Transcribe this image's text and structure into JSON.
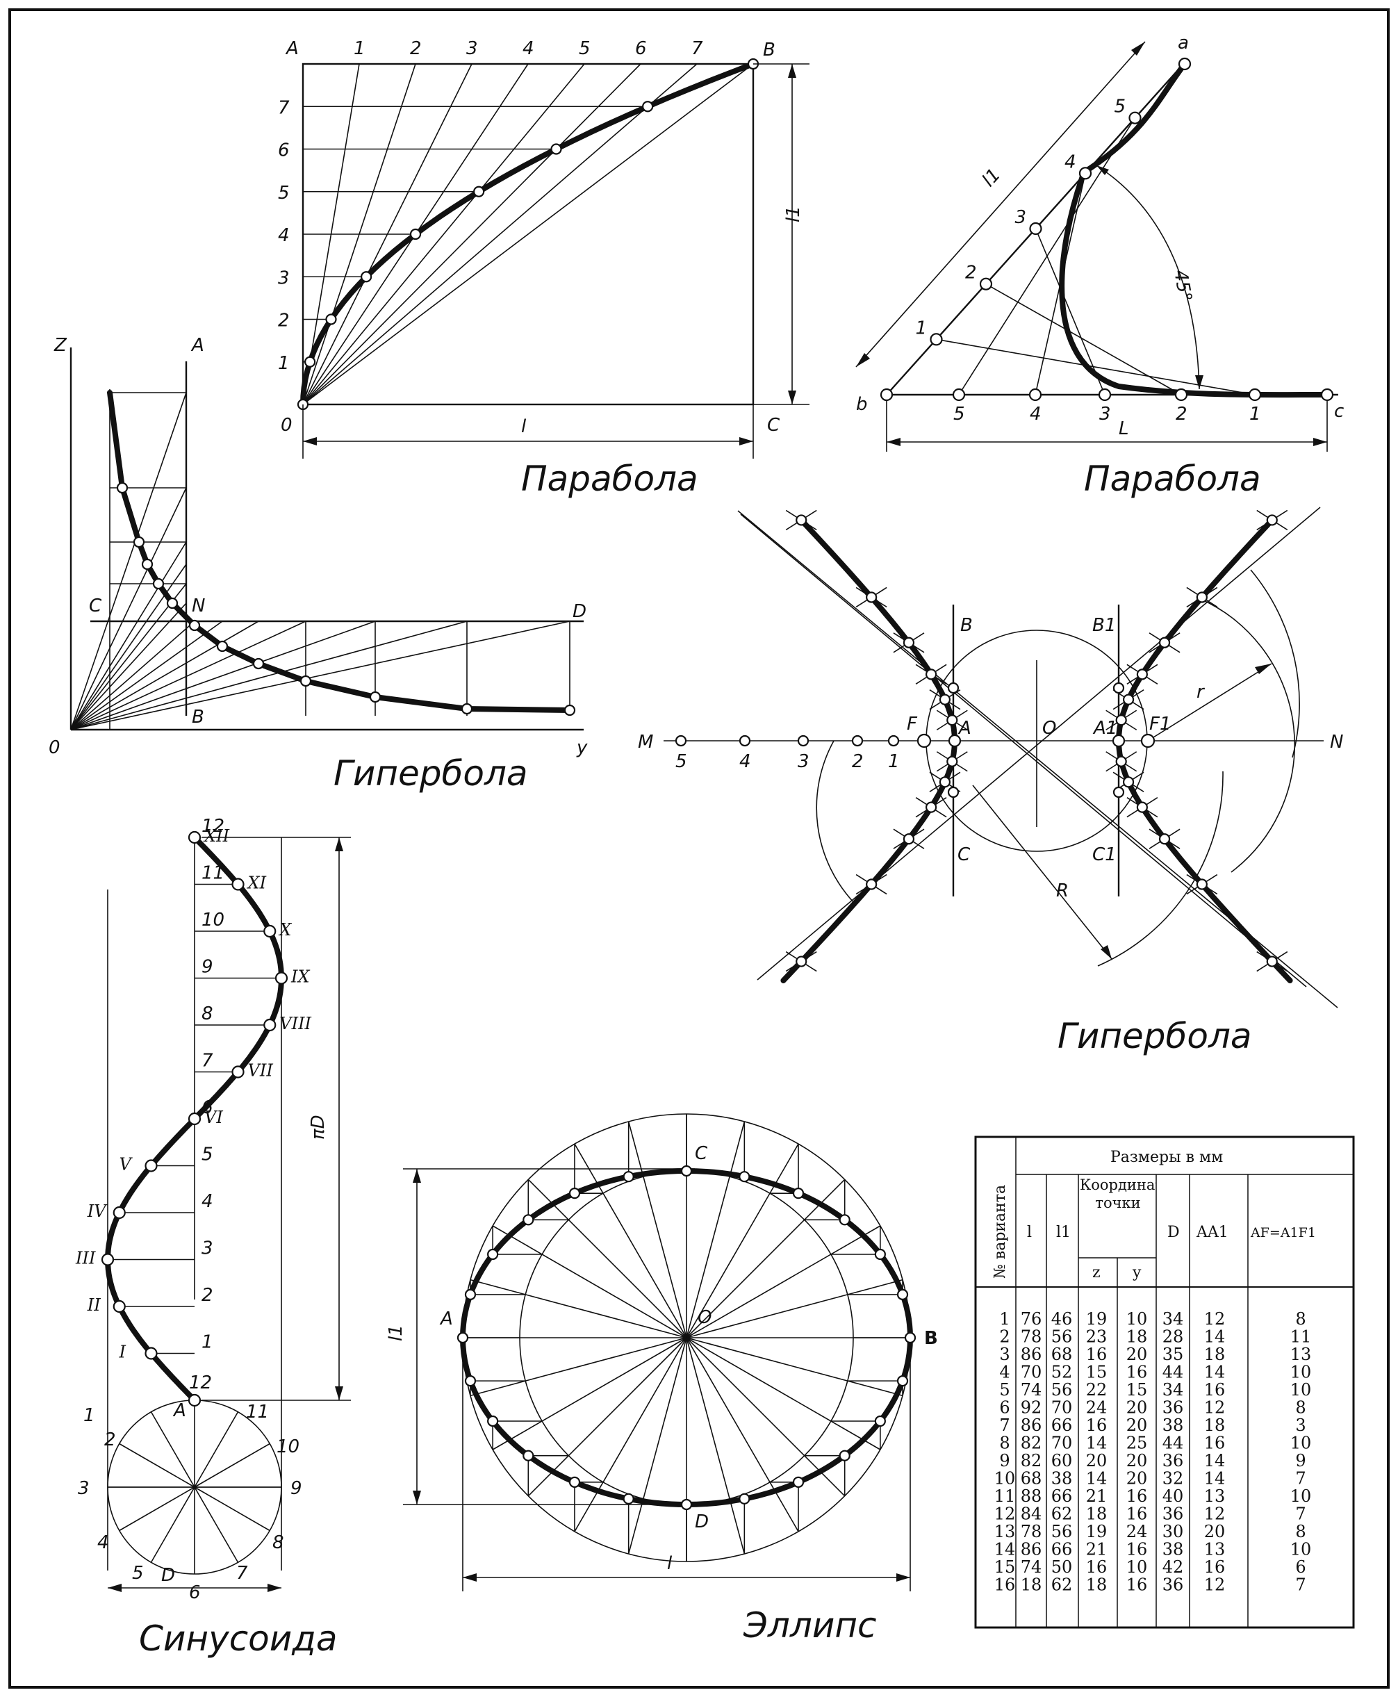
{
  "drawings": {
    "parabola_rect": {
      "caption": "Парабола",
      "corner_labels": [
        "A",
        "B",
        "C",
        "0"
      ],
      "top_labels": [
        "1",
        "2",
        "3",
        "4",
        "5",
        "6",
        "7"
      ],
      "side_labels": [
        "7",
        "6",
        "5",
        "4",
        "3",
        "2",
        "1"
      ],
      "dim_width": "l",
      "dim_height": "l1"
    },
    "parabola_tangent": {
      "caption": "Парабола",
      "end_labels": [
        "a",
        "b",
        "c"
      ],
      "upper_labels": [
        "1",
        "2",
        "3",
        "4",
        "5"
      ],
      "lower_labels": [
        "5",
        "4",
        "3",
        "2",
        "1"
      ],
      "dim_side": "l1",
      "dim_base": "L",
      "angle": "45°"
    },
    "hyperbola_axes": {
      "caption": "Гипербола",
      "labels": [
        "Z",
        "A",
        "C",
        "N",
        "D",
        "B",
        "0",
        "y"
      ]
    },
    "hyperbola_foci": {
      "caption": "Гипербола",
      "axis_labels": [
        "M",
        "N"
      ],
      "axis_points": [
        "5",
        "4",
        "3",
        "2",
        "1"
      ],
      "point_labels": [
        "F",
        "A",
        "O",
        "A1",
        "F1",
        "B",
        "B1",
        "C",
        "C1"
      ],
      "radius_small": "r",
      "radius_large": "R"
    },
    "sinusoid": {
      "caption": "Синусоида",
      "roman": [
        "I",
        "II",
        "III",
        "IV",
        "V",
        "VI",
        "VII",
        "VIII",
        "IX",
        "X",
        "XI",
        "XII"
      ],
      "levels": [
        "1",
        "2",
        "3",
        "4",
        "5",
        "6",
        "7",
        "8",
        "9",
        "10",
        "11",
        "12"
      ],
      "circle_labels": [
        "1",
        "2",
        "3",
        "4",
        "5",
        "6",
        "7",
        "8",
        "9",
        "10",
        "11",
        "12"
      ],
      "point_A": "A",
      "dim_height": "πD",
      "dim_width": "D"
    },
    "ellipse": {
      "caption": "Эллипс",
      "labels": [
        "A",
        "B",
        "C",
        "D",
        "O"
      ],
      "dim_width": "l",
      "dim_height": "l1"
    }
  },
  "table": {
    "header_group": "Размеры в мм",
    "columns": [
      "№ варианта",
      "l",
      "l1",
      "Координаты точки",
      "z",
      "y",
      "D",
      "AA1",
      "AF=A1F1"
    ],
    "rows": [
      [
        "1",
        "76",
        "46",
        "19",
        "10",
        "34",
        "12",
        "8"
      ],
      [
        "2",
        "78",
        "56",
        "23",
        "18",
        "28",
        "14",
        "11"
      ],
      [
        "3",
        "86",
        "68",
        "16",
        "20",
        "35",
        "18",
        "13"
      ],
      [
        "4",
        "70",
        "52",
        "15",
        "16",
        "44",
        "14",
        "10"
      ],
      [
        "5",
        "74",
        "56",
        "22",
        "15",
        "34",
        "16",
        "10"
      ],
      [
        "6",
        "92",
        "70",
        "24",
        "20",
        "36",
        "12",
        "8"
      ],
      [
        "7",
        "86",
        "66",
        "16",
        "20",
        "38",
        "18",
        "3"
      ],
      [
        "8",
        "82",
        "70",
        "14",
        "25",
        "44",
        "16",
        "10"
      ],
      [
        "9",
        "82",
        "60",
        "20",
        "20",
        "36",
        "14",
        "9"
      ],
      [
        "10",
        "68",
        "38",
        "14",
        "20",
        "32",
        "14",
        "7"
      ],
      [
        "11",
        "88",
        "66",
        "21",
        "16",
        "40",
        "13",
        "10"
      ],
      [
        "12",
        "84",
        "62",
        "18",
        "16",
        "36",
        "12",
        "7"
      ],
      [
        "13",
        "78",
        "56",
        "19",
        "24",
        "30",
        "20",
        "8"
      ],
      [
        "14",
        "86",
        "66",
        "21",
        "16",
        "38",
        "13",
        "10"
      ],
      [
        "15",
        "74",
        "50",
        "16",
        "10",
        "42",
        "16",
        "6"
      ],
      [
        "16",
        "18",
        "62",
        "18",
        "16",
        "36",
        "12",
        "7"
      ]
    ]
  }
}
